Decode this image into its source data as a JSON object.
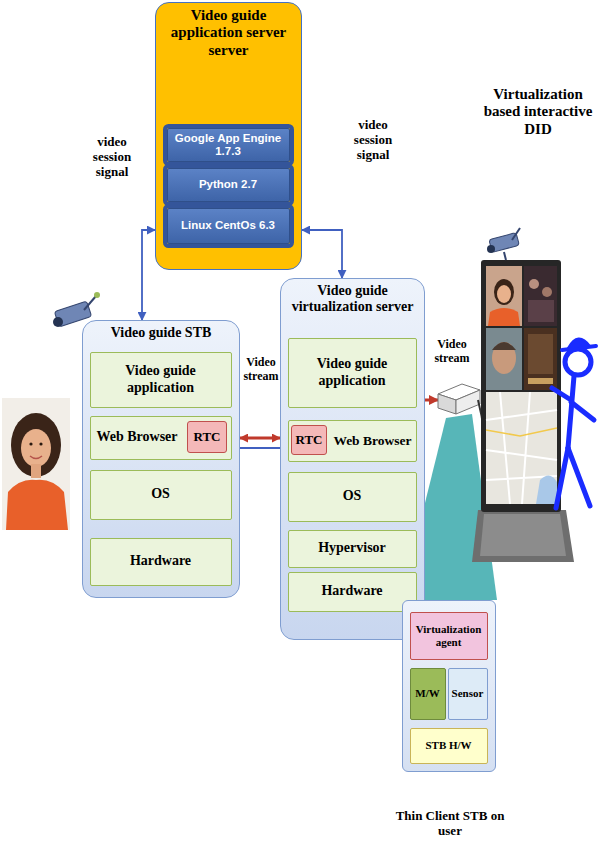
{
  "diagram": {
    "nodes": [
      {
        "text": [
          "Video guide application server server"
        ]
      },
      {
        "text": [
          "Google App Engine 1.7.3"
        ],
        "in": 0
      },
      {
        "text": [
          "Python 2.7"
        ],
        "in": 0
      },
      {
        "text": [
          "Linux CentOs 6.3"
        ],
        "in": 0
      },
      {
        "text": [
          "Video guide STB"
        ]
      },
      {
        "text": [
          "Video guide application"
        ],
        "in": 4
      },
      {
        "text": [
          "Web Browser"
        ],
        "in": 4
      },
      {
        "text": [
          "RTC"
        ],
        "in": 6
      },
      {
        "text": [
          "OS"
        ],
        "in": 4
      },
      {
        "text": [
          "Hardware"
        ],
        "in": 4
      },
      {
        "text": [
          "Video guide virtualization server"
        ]
      },
      {
        "text": [
          "Video guide application"
        ],
        "in": 10
      },
      {
        "text": [
          "Web Browser"
        ],
        "in": 10
      },
      {
        "text": [
          "RTC"
        ],
        "in": 12
      },
      {
        "text": [
          "OS"
        ],
        "in": 10
      },
      {
        "text": [
          "Hypervisor"
        ],
        "in": 10
      },
      {
        "text": [
          "Hardware"
        ],
        "in": 10
      },
      {
        "text": [
          "Thin Client STB on user"
        ]
      },
      {
        "text": [
          "Virtualization agent"
        ],
        "in": 17
      },
      {
        "text": [
          "M/W"
        ],
        "in": 17
      },
      {
        "text": [
          "Sensor"
        ],
        "in": 17
      },
      {
        "text": [
          "STB H/W"
        ],
        "in": 17
      }
    ],
    "edges": [
      {
        "from": 4,
        "to": 0,
        "label": "video session signal",
        "arrow": "both"
      },
      {
        "from": 0,
        "to": 10,
        "label": "video session signal",
        "arrow": "both"
      },
      {
        "from": 4,
        "to": 10,
        "label": "Video stream",
        "arrow": "both"
      }
    ],
    "labels": [
      "Video stream",
      "Virtualization based interactive DID"
    ]
  }
}
